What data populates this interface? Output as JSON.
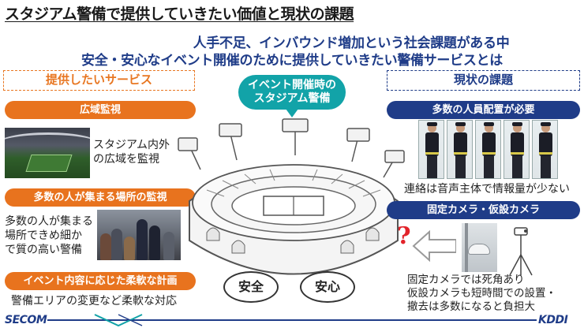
{
  "page": {
    "title": "スタジアム警備で提供していきたい価値と現状の課題",
    "subtitle_line1": "人手不足、インバウンド増加という社会課題がある中",
    "subtitle_line2": "安全・安心なイベント開催のために提供していきたい警備サービスとは"
  },
  "left": {
    "header": "提供したいサービス",
    "items": [
      {
        "label": "広域監視",
        "text_lines": [
          "スタジアム内外",
          "の広域を監視"
        ]
      },
      {
        "label": "多数の人が集まる場所の監視",
        "text_lines": [
          "多数の人が集まる",
          "場所できめ細か",
          "で質の高い警備"
        ]
      },
      {
        "label": "イベント内容に応じた柔軟な計画",
        "text_lines": [
          "警備エリアの変更など柔軟な対応"
        ]
      }
    ]
  },
  "center": {
    "bubble_line1": "イベント開催時の",
    "bubble_line2": "スタジアム警備",
    "badge_safe": "安全",
    "badge_secure": "安心",
    "question_mark": "?"
  },
  "right": {
    "header": "現状の課題",
    "items": [
      {
        "label": "多数の人員配置が必要",
        "text_lines": [
          "連絡は音声主体で情報量が少ない"
        ]
      },
      {
        "label": "固定カメラ・仮設カメラ",
        "text_lines": [
          "固定カメラでは死角あり",
          "仮設カメラも短時間での設置・",
          "撤去は多数になると負担大"
        ]
      }
    ]
  },
  "footer": {
    "left_logo": "SECOM",
    "right_logo": "KDDI"
  },
  "colors": {
    "orange": "#e8731e",
    "navy": "#1f3c88",
    "teal": "#12a3a8",
    "red": "#e2232a"
  }
}
